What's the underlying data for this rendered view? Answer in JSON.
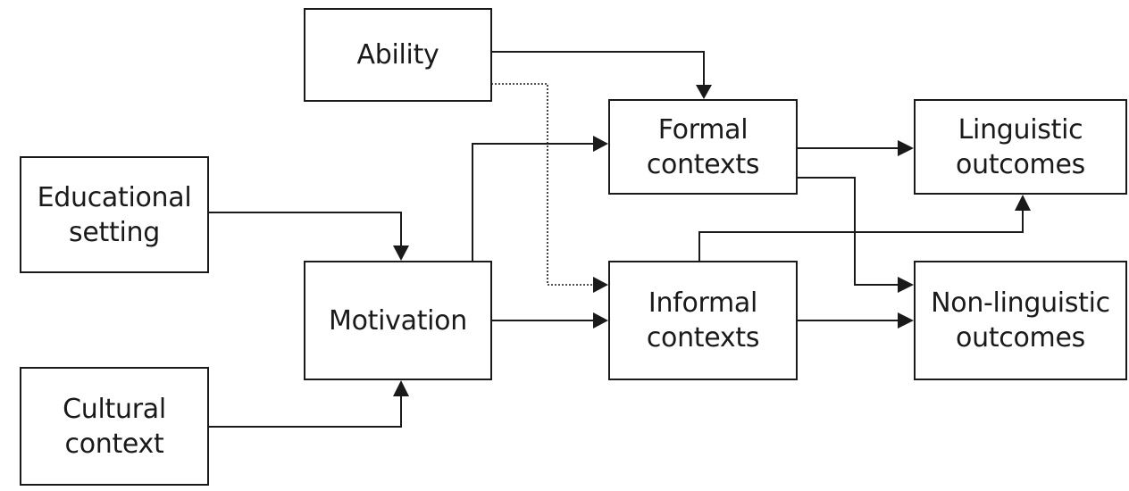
{
  "nodes": {
    "ability": "Ability",
    "educational_setting": "Educational\nsetting",
    "cultural_context": "Cultural\ncontext",
    "motivation": "Motivation",
    "formal_contexts": "Formal\ncontexts",
    "informal_contexts": "Informal\ncontexts",
    "linguistic_outcomes": "Linguistic\noutcomes",
    "non_linguistic_outcomes": "Non-linguistic\noutcomes"
  },
  "edges": [
    {
      "from": "ability",
      "to": "formal_contexts",
      "style": "solid"
    },
    {
      "from": "ability",
      "to": "informal_contexts",
      "style": "dotted"
    },
    {
      "from": "educational_setting",
      "to": "motivation",
      "style": "solid"
    },
    {
      "from": "cultural_context",
      "to": "motivation",
      "style": "solid"
    },
    {
      "from": "motivation",
      "to": "formal_contexts",
      "style": "solid"
    },
    {
      "from": "motivation",
      "to": "informal_contexts",
      "style": "solid"
    },
    {
      "from": "formal_contexts",
      "to": "linguistic_outcomes",
      "style": "solid"
    },
    {
      "from": "formal_contexts",
      "to": "non_linguistic_outcomes",
      "style": "solid"
    },
    {
      "from": "informal_contexts",
      "to": "linguistic_outcomes",
      "style": "solid"
    },
    {
      "from": "informal_contexts",
      "to": "non_linguistic_outcomes",
      "style": "solid"
    }
  ],
  "colors": {
    "line": "#1a1a1a",
    "background": "#ffffff"
  }
}
